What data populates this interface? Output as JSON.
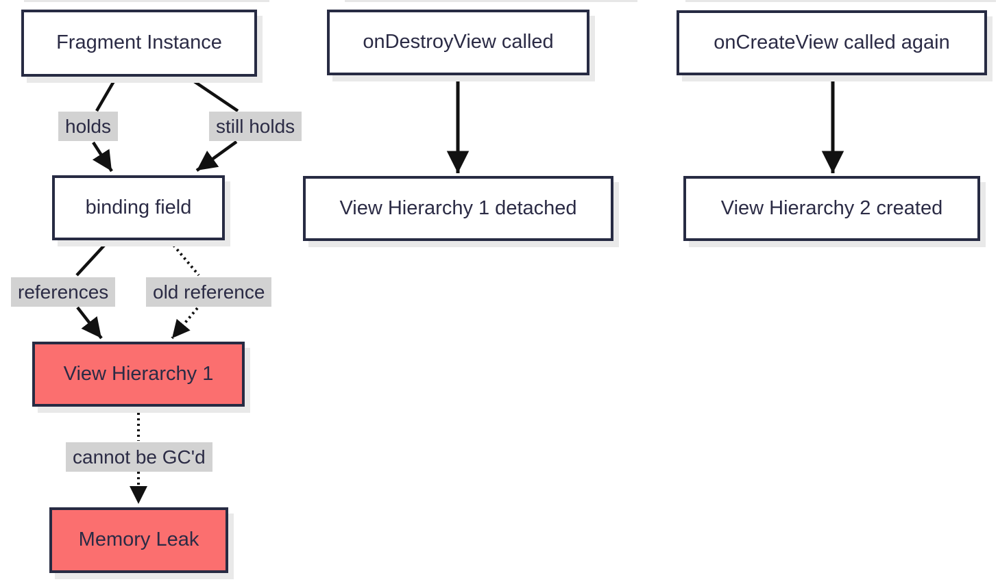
{
  "diagram": {
    "type": "flowchart",
    "direction": "top-down",
    "colors": {
      "background": "#ffffff",
      "node_border": "#272b43",
      "node_text": "#2b2b45",
      "node_fill_default": "#ffffff",
      "node_fill_danger": "#fb6f6f",
      "edge_stroke": "#111111",
      "edge_label_bg": "#d2d2d2",
      "box_shadow": "#e9e9e9"
    },
    "nodes": {
      "fragment_instance": {
        "label": "Fragment Instance",
        "variant": "default"
      },
      "binding_field": {
        "label": "binding field",
        "variant": "default"
      },
      "view_hierarchy_1": {
        "label": "View Hierarchy 1",
        "variant": "danger"
      },
      "memory_leak": {
        "label": "Memory Leak",
        "variant": "danger"
      },
      "on_destroy_view": {
        "label": "onDestroyView called",
        "variant": "default"
      },
      "view_hierarchy_1_detached": {
        "label": "View Hierarchy 1 detached",
        "variant": "default"
      },
      "on_create_view": {
        "label": "onCreateView called again",
        "variant": "default"
      },
      "view_hierarchy_2_created": {
        "label": "View Hierarchy 2 created",
        "variant": "default"
      }
    },
    "edge_labels": {
      "holds": "holds",
      "still_holds": "still holds",
      "references": "references",
      "old_reference": "old reference",
      "cannot_be_gcd": "cannot be GC'd"
    },
    "edges": [
      {
        "from": "fragment_instance",
        "to": "binding_field",
        "label": "holds",
        "style": "solid"
      },
      {
        "from": "fragment_instance",
        "to": "binding_field",
        "label": "still holds",
        "style": "solid"
      },
      {
        "from": "binding_field",
        "to": "view_hierarchy_1",
        "label": "references",
        "style": "solid"
      },
      {
        "from": "binding_field",
        "to": "view_hierarchy_1",
        "label": "old reference",
        "style": "dotted"
      },
      {
        "from": "view_hierarchy_1",
        "to": "memory_leak",
        "label": "cannot be GC'd",
        "style": "dotted"
      },
      {
        "from": "on_destroy_view",
        "to": "view_hierarchy_1_detached",
        "label": "",
        "style": "solid"
      },
      {
        "from": "on_create_view",
        "to": "view_hierarchy_2_created",
        "label": "",
        "style": "solid"
      }
    ]
  }
}
